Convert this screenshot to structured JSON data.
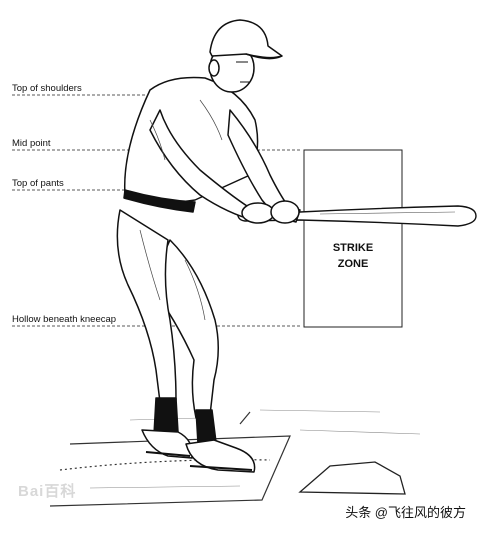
{
  "labels": {
    "shoulders": "Top of shoulders",
    "mid": "Mid point",
    "pants": "Top of pants",
    "knee": "Hollow beneath kneecap"
  },
  "zone": {
    "line1": "STRIKE",
    "line2": "ZONE"
  },
  "watermarks": {
    "left": "Bai百科",
    "right": "头条 @飞往风的彼方"
  },
  "colors": {
    "ink": "#111111",
    "paper": "#ffffff"
  }
}
